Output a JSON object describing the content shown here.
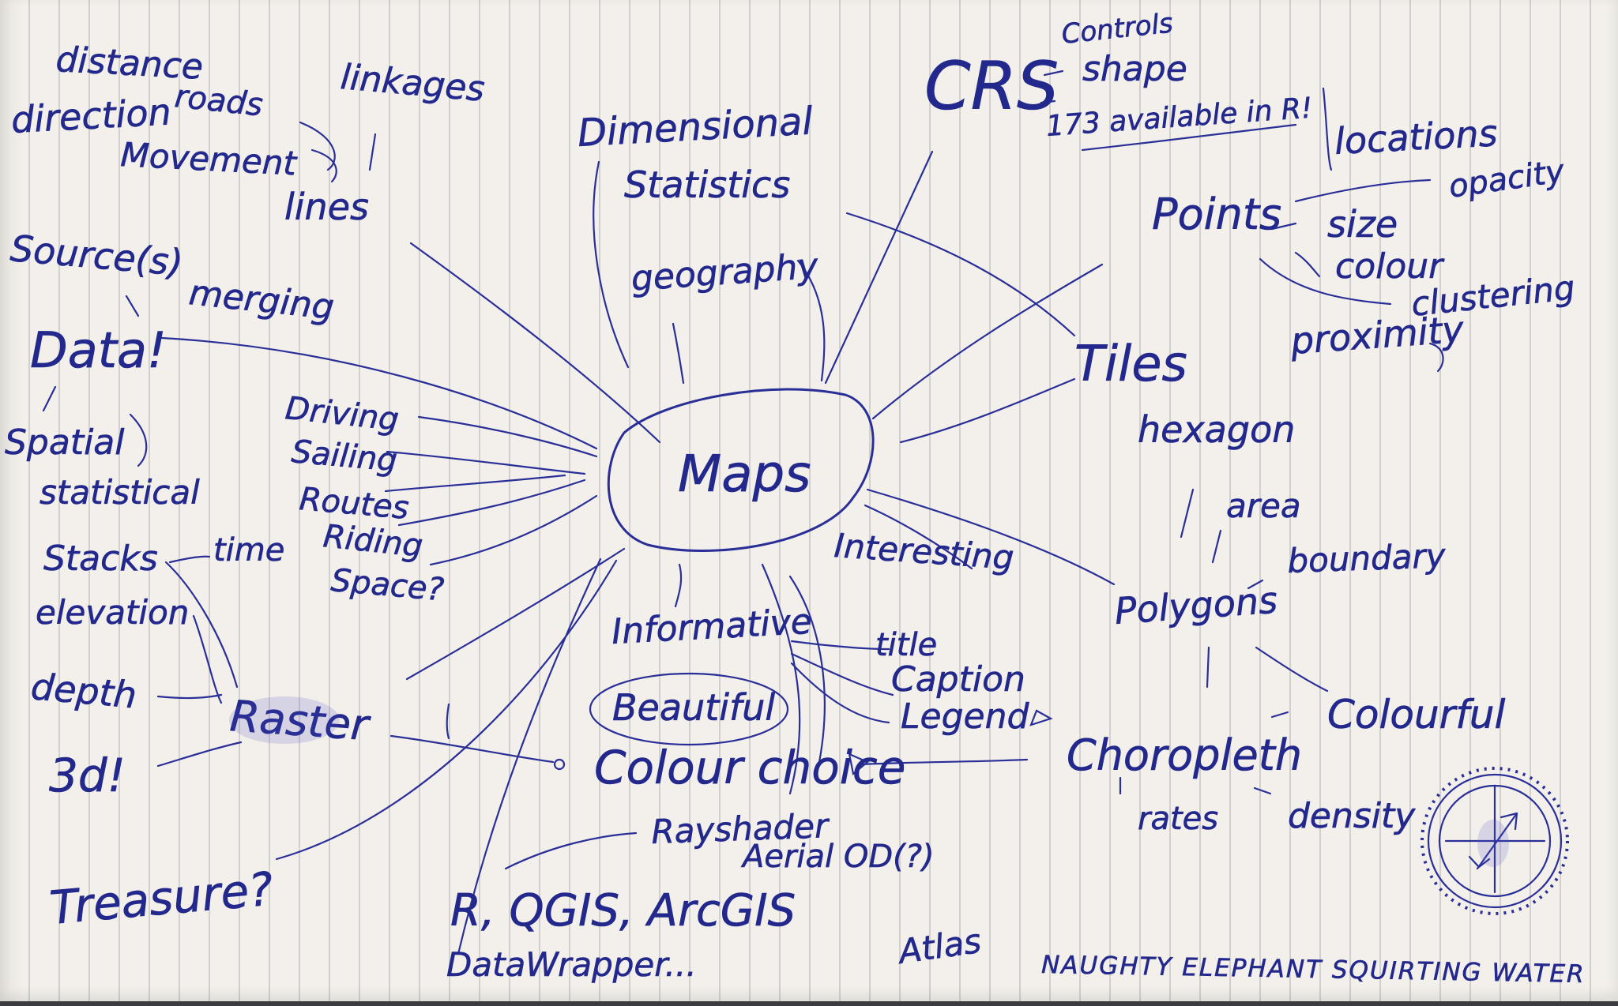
{
  "center": "Maps",
  "top": {
    "dimensional": "Dimensional",
    "statistics": "Statistics",
    "geography": "geography"
  },
  "crs": {
    "label": "CRS",
    "controls": "Controls",
    "shape": "shape",
    "available": "173 available in R!"
  },
  "points": {
    "label": "Points",
    "locations": "locations",
    "opacity": "opacity",
    "size": "size",
    "colour": "colour",
    "clustering": "clustering",
    "proximity": "proximity"
  },
  "tiles": "Tiles",
  "hexagon": "hexagon",
  "polygons": {
    "label": "Polygons",
    "area": "area",
    "boundary": "boundary",
    "colourful": "Colourful"
  },
  "choropleth": {
    "label": "Choropleth",
    "rates": "rates",
    "density": "density"
  },
  "interesting": "Interesting",
  "design": {
    "informative": "Informative",
    "beautiful": "Beautiful",
    "colour_choice": "Colour choice",
    "title": "title",
    "caption": "Caption",
    "legend": "Legend"
  },
  "tools": {
    "rayshader": "Rayshader",
    "aerial": "Aerial OD(?)",
    "r_qgis_arcgis": "R, QGIS, ArcGIS",
    "datawrapper": "DataWrapper..."
  },
  "atlas": "Atlas",
  "mnemonic": "NAUGHTY ELEPHANT SQUIRTING WATER",
  "lines": {
    "distance": "distance",
    "roads": "roads",
    "direction": "direction",
    "movement": "Movement",
    "linkages": "linkages",
    "label": "lines"
  },
  "data": {
    "sources": "Source(s)",
    "merging": "merging",
    "label": "Data!",
    "spatial": "Spatial",
    "statistical": "statistical"
  },
  "routes": {
    "driving": "Driving",
    "sailing": "Sailing",
    "routes": "Routes",
    "riding": "Riding",
    "space": "Space?"
  },
  "raster": {
    "stacks": "Stacks",
    "time": "time",
    "elevation": "elevation",
    "depth": "depth",
    "three_d": "3d!",
    "label": "Raster"
  },
  "treasure": "Treasure?"
}
